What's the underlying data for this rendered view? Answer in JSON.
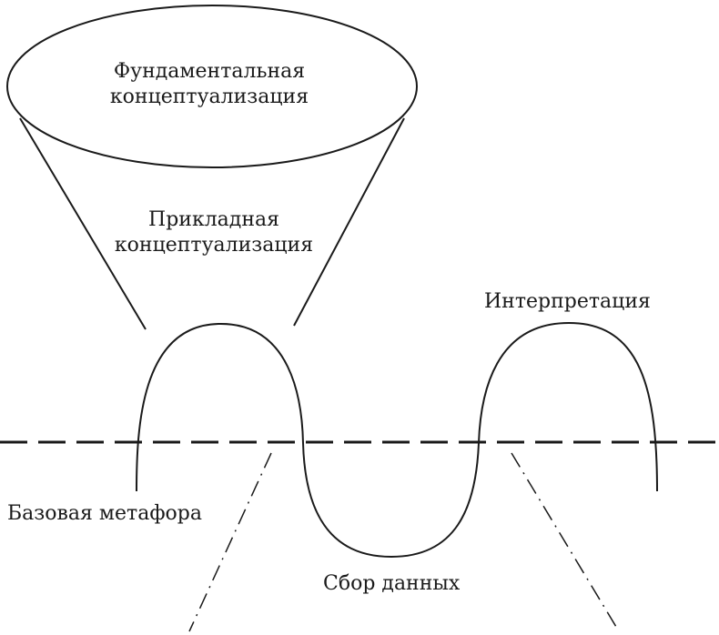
{
  "labels": {
    "fundamental": [
      "Фундаментальная",
      "концептуализация"
    ],
    "applied": [
      "Прикладная",
      "концептуализация"
    ],
    "interpretation": "Интерпретация",
    "base_metaphor": "Базовая метафора",
    "data_collection": "Сбор данных"
  },
  "colors": {
    "stroke": "#1a1a1a",
    "text": "#1a1a1a",
    "background": "#ffffff"
  }
}
